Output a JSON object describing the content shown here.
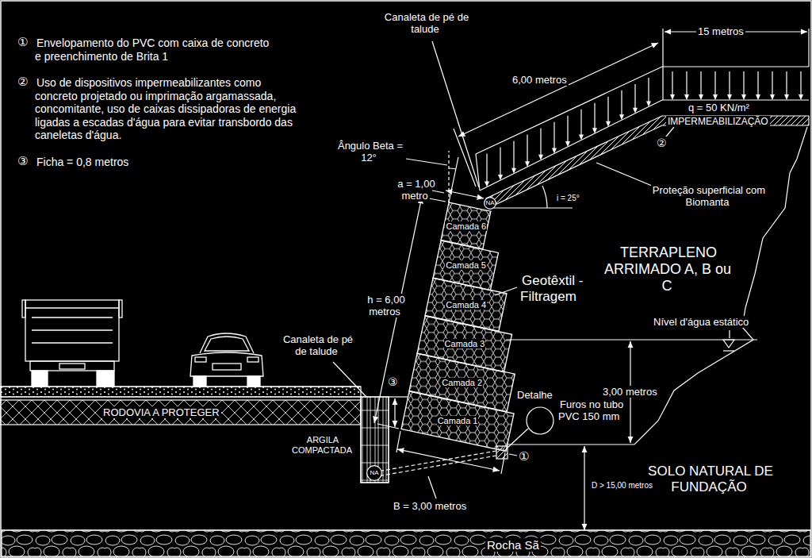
{
  "diagram": {
    "nodes": [
      {
        "text": [
          "NA"
        ]
      },
      {
        "text": [
          "Camada 6"
        ]
      },
      {
        "text": [
          "Camada 5"
        ]
      },
      {
        "text": [
          "Camada 4"
        ]
      },
      {
        "text": [
          "Camada 3"
        ]
      },
      {
        "text": [
          "Camada 2"
        ]
      },
      {
        "text": [
          "Camada 1"
        ]
      },
      {
        "text": [
          "NA"
        ]
      }
    ],
    "labels": [
      "①",
      "Envelopamento do PVC com caixa de concreto e preenchimento de Brita 1",
      "②",
      "Uso de dispositivos impermeabilizantes como concreto projetado ou imprimação argamassada, concomitante, uso de caixas dissipadoras de energia ligadas a escadas d'água para evitar transbordo das caneletas d'água.",
      "③",
      "Ficha = 0,8 metros",
      "Canaleta de pé de talude",
      "15 metros",
      "6,00 metros",
      "q = 50 KN/m²",
      "IMPERMEABILIZAÇÃO",
      "②",
      "Ângulo Beta = 12°",
      "a = 1,00 metro",
      "i = 25°",
      "Proteção superficial com Biomanta",
      "TERRAPLENO ARRIMADO A, B ou C",
      "Geotêxtil - Filtragem",
      "Nível d'água estático",
      "h = 6,00 metros",
      "Canaleta de pé de talude",
      "③",
      "RODOVIA A PROTEGER",
      "3,00 metros",
      "Detalhe",
      "Furos no tubo PVC 150 mm",
      "①",
      "ARGILA COMPACTADA",
      "B = 3,00 metros",
      "D > 15,00 metros",
      "SOLO NATURAL DE FUNDAÇÃO",
      "Rocha Sã"
    ]
  }
}
